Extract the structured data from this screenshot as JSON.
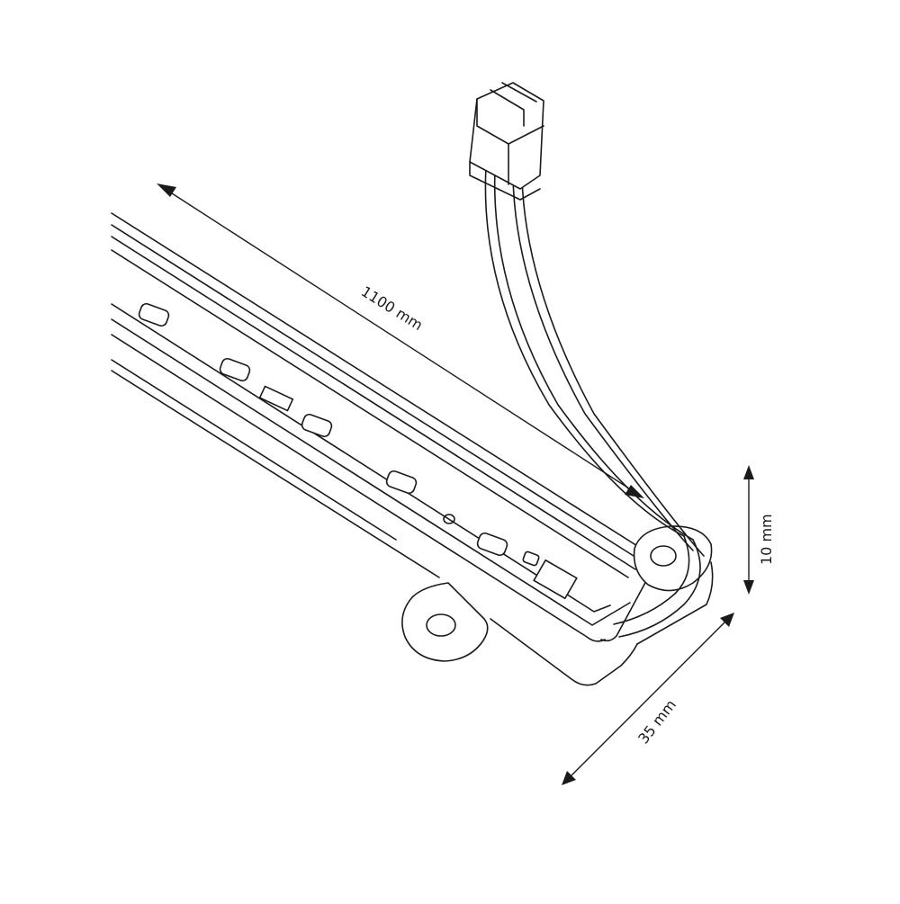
{
  "dimensions": {
    "length_label": "1100 mm",
    "height_label": "10 mm",
    "width_label": "35 mm"
  },
  "colors": {
    "line": "#1a1a1a",
    "background": "#ffffff"
  }
}
